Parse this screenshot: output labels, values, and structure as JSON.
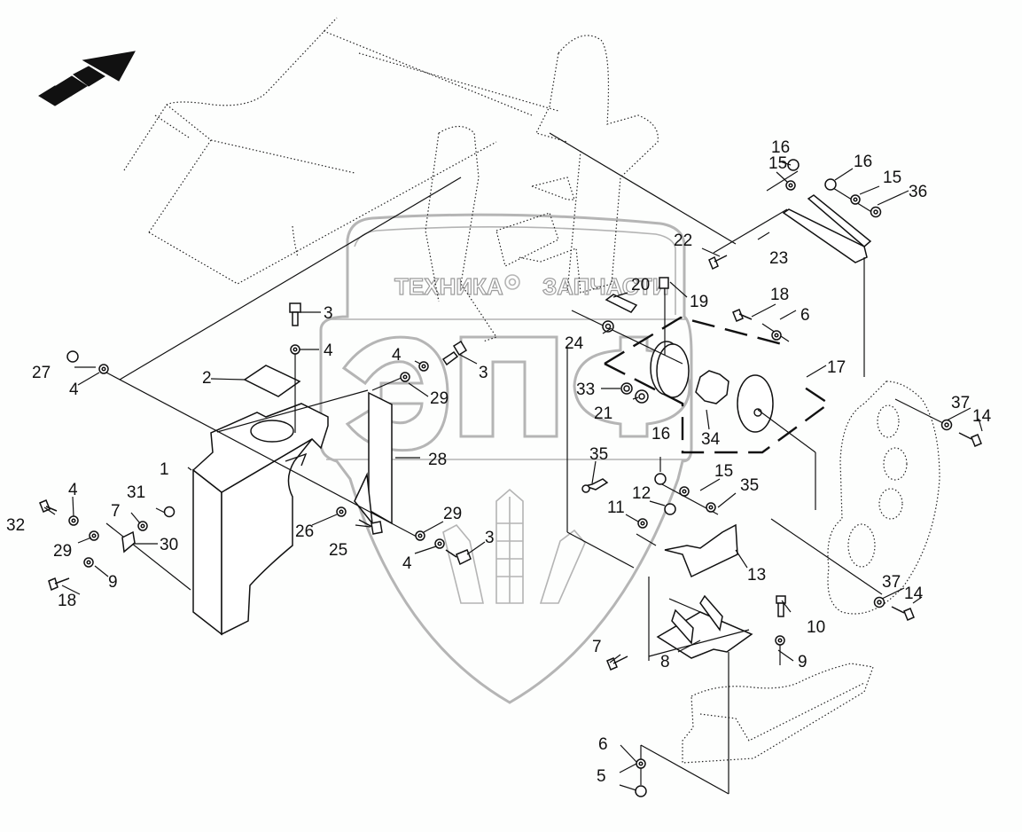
{
  "diagram": {
    "type": "exploded-parts-diagram",
    "direction_arrow": "forward-direction-arrow",
    "watermark": {
      "left_text": "ТЕХНИКА",
      "right_text": "ЗАПЧАСТИ",
      "logo_letters": "ЭПФ",
      "colors": {
        "outline": "#a8a8a8"
      }
    },
    "colors": {
      "line": "#111111",
      "background": "#fdfefd",
      "ghost_line": "#222222"
    }
  },
  "callouts": [
    {
      "id": "c1",
      "label": "1"
    },
    {
      "id": "c2",
      "label": "2"
    },
    {
      "id": "c3a",
      "label": "3"
    },
    {
      "id": "c3b",
      "label": "3"
    },
    {
      "id": "c3c",
      "label": "3"
    },
    {
      "id": "c4a",
      "label": "4"
    },
    {
      "id": "c4b",
      "label": "4"
    },
    {
      "id": "c4c",
      "label": "4"
    },
    {
      "id": "c4d",
      "label": "4"
    },
    {
      "id": "c4e",
      "label": "4"
    },
    {
      "id": "c5",
      "label": "5"
    },
    {
      "id": "c6a",
      "label": "6"
    },
    {
      "id": "c6b",
      "label": "6"
    },
    {
      "id": "c7a",
      "label": "7"
    },
    {
      "id": "c7b",
      "label": "7"
    },
    {
      "id": "c8",
      "label": "8"
    },
    {
      "id": "c9a",
      "label": "9"
    },
    {
      "id": "c9b",
      "label": "9"
    },
    {
      "id": "c10",
      "label": "10"
    },
    {
      "id": "c11",
      "label": "11"
    },
    {
      "id": "c12",
      "label": "12"
    },
    {
      "id": "c13",
      "label": "13"
    },
    {
      "id": "c14a",
      "label": "14"
    },
    {
      "id": "c14b",
      "label": "14"
    },
    {
      "id": "c15a",
      "label": "15"
    },
    {
      "id": "c15b",
      "label": "15"
    },
    {
      "id": "c15c",
      "label": "15"
    },
    {
      "id": "c16a",
      "label": "16"
    },
    {
      "id": "c16b",
      "label": "16"
    },
    {
      "id": "c16c",
      "label": "16"
    },
    {
      "id": "c17",
      "label": "17"
    },
    {
      "id": "c18a",
      "label": "18"
    },
    {
      "id": "c18b",
      "label": "18"
    },
    {
      "id": "c19",
      "label": "19"
    },
    {
      "id": "c20",
      "label": "20"
    },
    {
      "id": "c21",
      "label": "21"
    },
    {
      "id": "c22",
      "label": "22"
    },
    {
      "id": "c23",
      "label": "23"
    },
    {
      "id": "c24",
      "label": "24"
    },
    {
      "id": "c25",
      "label": "25"
    },
    {
      "id": "c26",
      "label": "26"
    },
    {
      "id": "c27",
      "label": "27"
    },
    {
      "id": "c28",
      "label": "28"
    },
    {
      "id": "c29a",
      "label": "29"
    },
    {
      "id": "c29b",
      "label": "29"
    },
    {
      "id": "c29c",
      "label": "29"
    },
    {
      "id": "c30",
      "label": "30"
    },
    {
      "id": "c31",
      "label": "31"
    },
    {
      "id": "c32",
      "label": "32"
    },
    {
      "id": "c33",
      "label": "33"
    },
    {
      "id": "c34",
      "label": "34"
    },
    {
      "id": "c35a",
      "label": "35"
    },
    {
      "id": "c35b",
      "label": "35"
    },
    {
      "id": "c36",
      "label": "36"
    },
    {
      "id": "c37a",
      "label": "37"
    },
    {
      "id": "c37b",
      "label": "37"
    }
  ]
}
